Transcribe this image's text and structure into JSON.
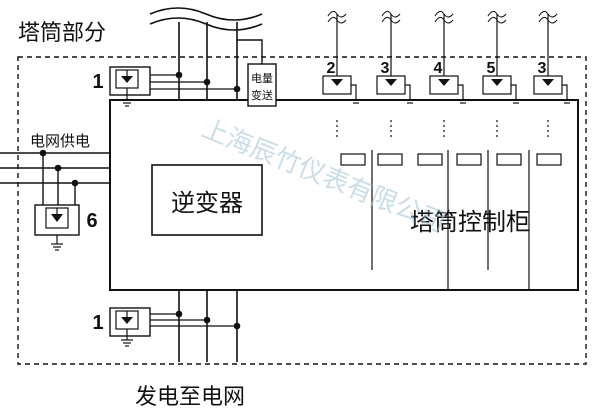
{
  "section_title": "塔筒部分",
  "grid_supply_label": "电网供电",
  "feed_to_grid_label": "发电至电网",
  "inverter_label": "逆变器",
  "cabinet_label": "塔筒控制柜",
  "energy_meter_label_line1": "电量",
  "energy_meter_label_line2": "变送",
  "protector_labels": {
    "top_left": "1",
    "bottom_left": "1",
    "grid_side": "6",
    "signal": [
      "2",
      "3",
      "4",
      "5",
      "3"
    ]
  },
  "watermark": "上海辰竹仪表有限公司",
  "colors": {
    "line": "#111111",
    "watermark": "#9fc3d6"
  }
}
